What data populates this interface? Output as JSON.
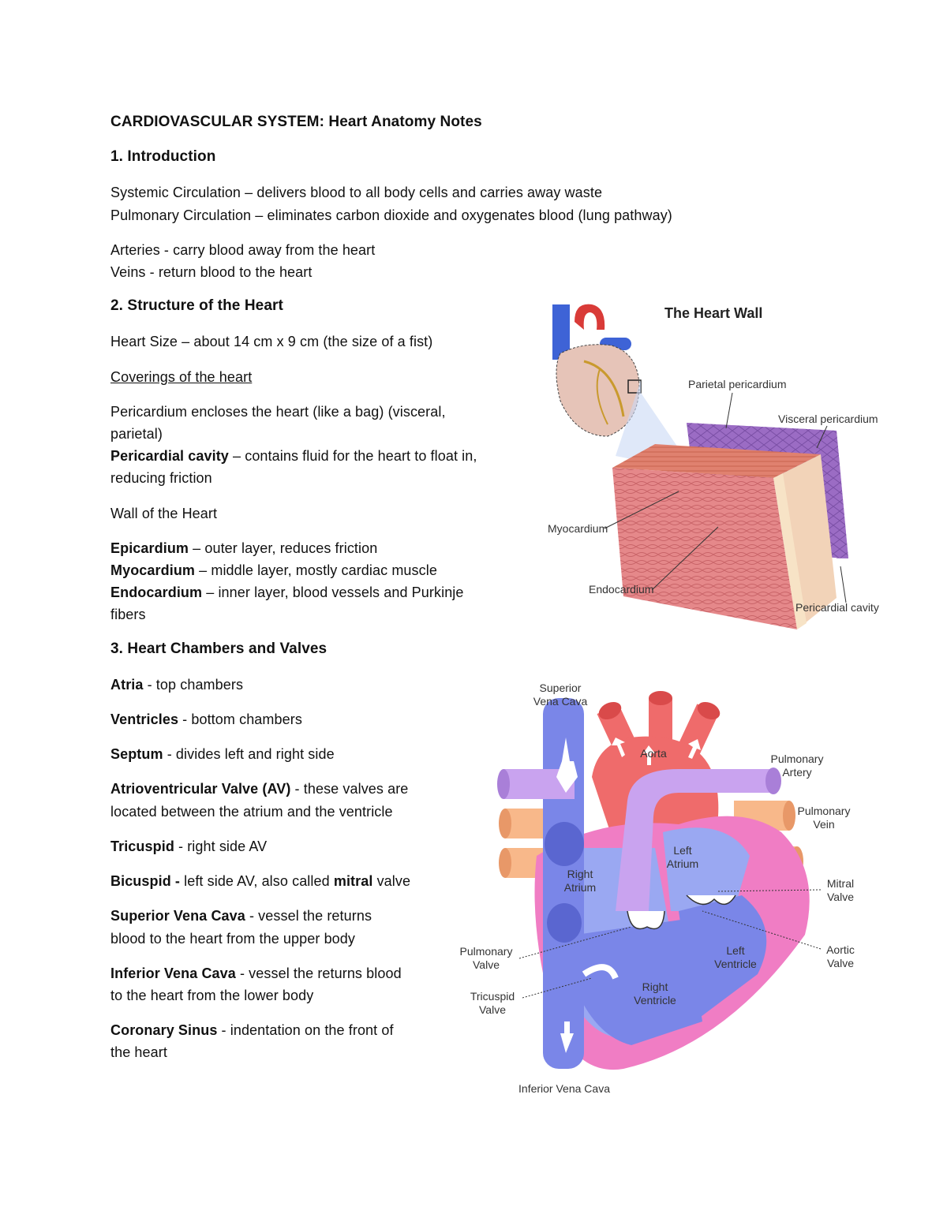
{
  "title": "CARDIOVASCULAR SYSTEM: Heart Anatomy Notes",
  "intro": {
    "heading": "1. Introduction",
    "systemic_term": "Systemic Circulation",
    "systemic_desc": " – delivers blood to all body cells and carries away waste",
    "pulmonary_term": "Pulmonary Circulation",
    "pulmonary_desc": " – eliminates carbon dioxide and oxygenates blood (lung pathway)",
    "arteries_term": "Arteries",
    "arteries_desc": " - carry blood away from the heart",
    "veins_term": "Veins",
    "veins_desc": " - return blood to the heart"
  },
  "structure": {
    "heading": "2. Structure of the Heart",
    "size": "Heart Size – about 14 cm x 9 cm (the size of a fist)",
    "coverings_heading": "Coverings of the heart ",
    "pericardium_line1": "Pericardium encloses the heart (like a bag) (visceral,",
    "pericardium_line2": "parietal)",
    "cavity_term": "Pericardial cavity",
    "cavity_desc": " – contains fluid for the heart to float in,",
    "cavity_line2": "reducing friction",
    "wall_heading": "Wall of the Heart",
    "epi_term": "Epicardium",
    "epi_desc": " – outer layer, reduces friction",
    "myo_term": "Myocardium",
    "myo_desc": " – middle layer, mostly cardiac muscle",
    "endo_term": "Endocardium",
    "endo_desc": " – inner layer, blood vessels and Purkinje",
    "endo_line2": "fibers"
  },
  "chambers": {
    "heading": "3. Heart Chambers and Valves",
    "atria_term": "Atria",
    "atria_desc": " - top chambers",
    "ventricles_term": "Ventricles",
    "ventricles_desc": " - bottom chambers",
    "septum_term": "Septum",
    "septum_desc": " - divides left and right side",
    "av_term": "Atrioventricular Valve (AV)",
    "av_desc": " - these valves are",
    "av_line2": "located between the atrium and the ventricle",
    "tricuspid_term": "Tricuspid",
    "tricuspid_desc": " - right side AV",
    "bicuspid_term": "Bicuspid - ",
    "bicuspid_desc1": "left side AV, also called ",
    "bicuspid_mitral": "mitral",
    "bicuspid_desc2": " valve",
    "svc_term": "Superior Vena Cava",
    "svc_desc": " - vessel the returns",
    "svc_line2": "blood to the heart from the upper body",
    "ivc_term": "Inferior Vena Cava",
    "ivc_desc": " - vessel the returns blood",
    "ivc_line2": "to the heart from the lower body",
    "cs_term": "Coronary Sinus",
    "cs_desc": " - indentation on the front of",
    "cs_line2": "the heart"
  },
  "heart_wall_figure": {
    "title": "The Heart Wall",
    "labels": {
      "parietal": "Parietal pericardium",
      "visceral": "Visceral pericardium",
      "myocardium": "Myocardium",
      "endocardium": "Endocardium",
      "cavity": "Pericardial cavity"
    }
  },
  "heart_diagram": {
    "labels": {
      "svc1": "Superior",
      "svc2": "Vena Cava",
      "aorta": "Aorta",
      "pa1": "Pulmonary",
      "pa2": "Artery",
      "pv1": "Pulmonary",
      "pv2": "Vein",
      "la1": "Left",
      "la2": "Atrium",
      "ra1": "Right",
      "ra2": "Atrium",
      "mitral1": "Mitral",
      "mitral2": "Valve",
      "aortic1": "Aortic",
      "aortic2": "Valve",
      "pulv1": "Pulmonary",
      "pulv2": "Valve",
      "lv1": "Left",
      "lv2": "Ventricle",
      "rv1": "Right",
      "rv2": "Ventricle",
      "tri1": "Tricuspid",
      "tri2": "Valve",
      "ivc": "Inferior Vena Cava"
    }
  }
}
